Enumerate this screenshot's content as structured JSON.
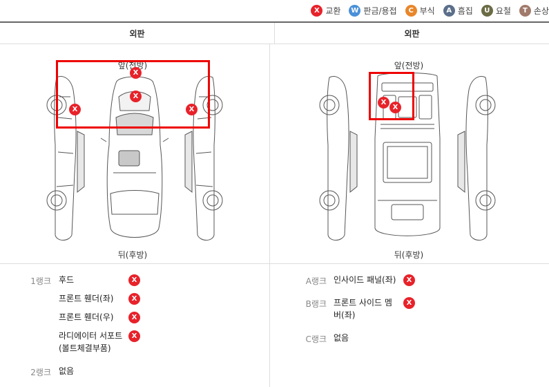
{
  "legend": [
    {
      "letter": "X",
      "label": "교환",
      "color": "#e8222a"
    },
    {
      "letter": "W",
      "label": "판금/용접",
      "color": "#4a90d9"
    },
    {
      "letter": "C",
      "label": "부식",
      "color": "#e8862a"
    },
    {
      "letter": "A",
      "label": "흠집",
      "color": "#5b6f8a"
    },
    {
      "letter": "U",
      "label": "요철",
      "color": "#6b6b45"
    },
    {
      "letter": "T",
      "label": "손상",
      "color": "#a07a6a"
    }
  ],
  "panels": {
    "left_title": "외판",
    "right_title": "외판"
  },
  "diagram": {
    "front": "앞(전방)",
    "rear": "뒤(후방)"
  },
  "mark": "X",
  "left_list": {
    "rank1": "1랭크",
    "rank1_items": [
      "후드",
      "프론트 휀더(좌)",
      "프론트 휀더(우)",
      "라디에이터 서포트",
      "(볼트체결부품)"
    ],
    "rank2": "2랭크",
    "rank2_value": "없음"
  },
  "right_list": {
    "rankA": "A랭크",
    "rankA_item": "인사이드 패널(좌)",
    "rankB": "B랭크",
    "rankB_item1": "프론트 사이드 멤",
    "rankB_item2": "버(좌)",
    "rankC": "C랭크",
    "rankC_value": "없음"
  }
}
